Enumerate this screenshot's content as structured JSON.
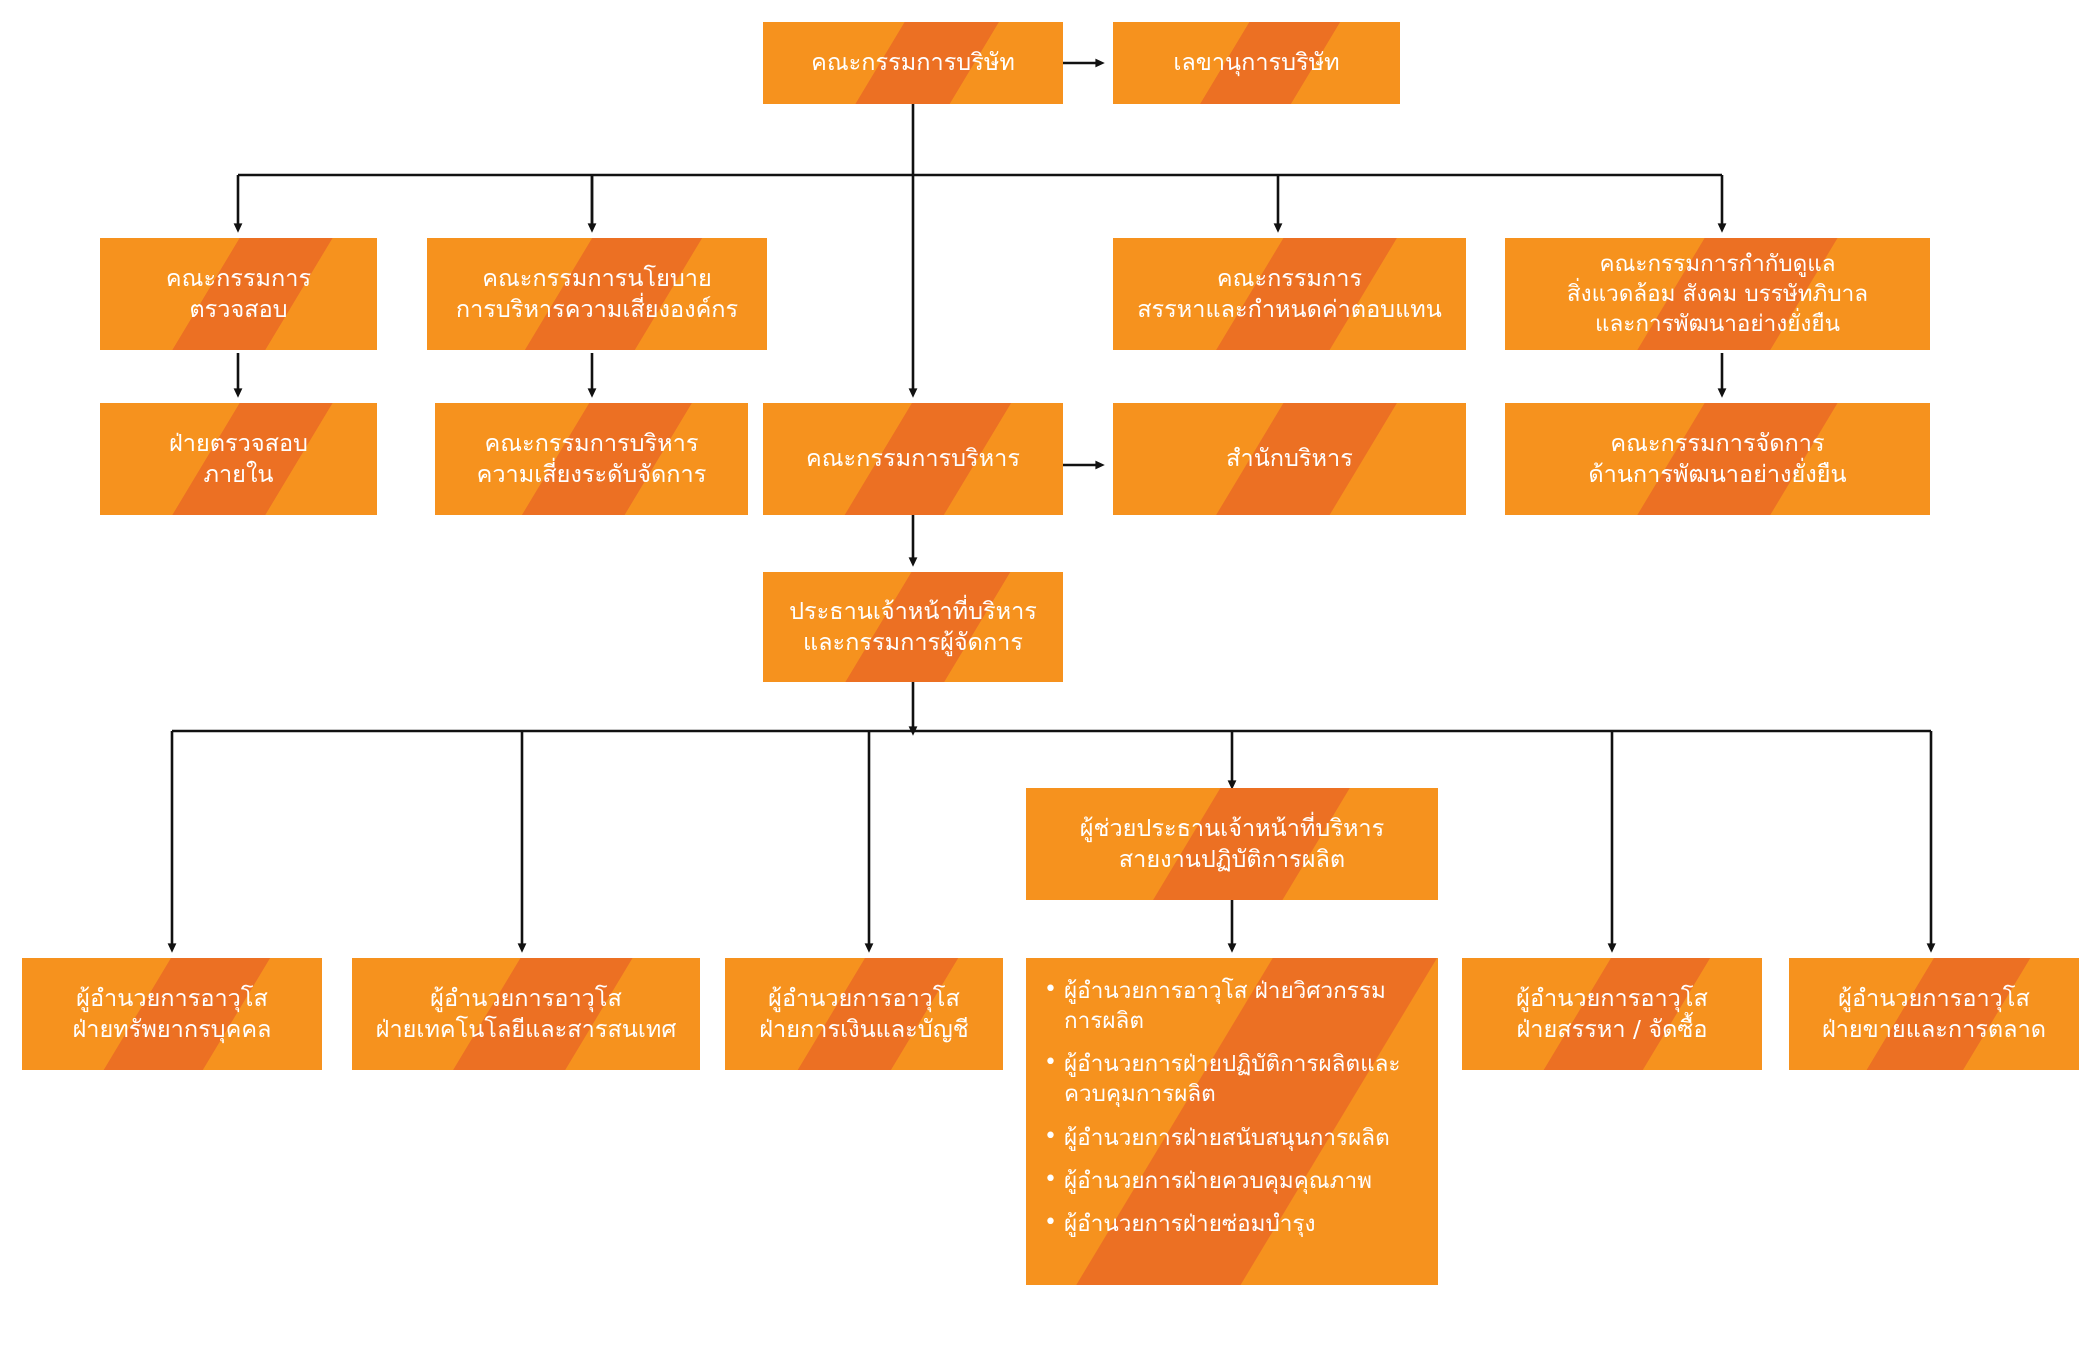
{
  "chart_title": "",
  "colors": {
    "box_base": "#F6921E",
    "box_band": "#EC7023",
    "text": "#FFFFFF",
    "connector": "#1A1A1A",
    "background": "#FFFFFF"
  },
  "nodes": {
    "board_of_directors": {
      "lines": [
        "คณะกรรมการบริษัท"
      ]
    },
    "company_secretary": {
      "lines": [
        "เลขานุการบริษัท"
      ]
    },
    "audit_committee": {
      "lines": [
        "คณะกรรมการ",
        "ตรวจสอบ"
      ]
    },
    "risk_policy_committee": {
      "lines": [
        "คณะกรรมการนโยบาย",
        "การบริหารความเสี่ยงองค์กร"
      ]
    },
    "nomination_remuneration_committee": {
      "lines": [
        "คณะกรรมการ",
        "สรรหาและกำหนดค่าตอบแทน"
      ]
    },
    "esg_governance_committee": {
      "lines": [
        "คณะกรรมการกำกับดูแล",
        "สิ่งแวดล้อม สังคม บรรษัทภิบาล",
        "และการพัฒนาอย่างยั่งยืน"
      ]
    },
    "internal_audit_department": {
      "lines": [
        "ฝ่ายตรวจสอบ",
        "ภายใน"
      ]
    },
    "management_risk_committee": {
      "lines": [
        "คณะกรรมการบริหาร",
        "ความเสี่ยงระดับจัดการ"
      ]
    },
    "executive_committee": {
      "lines": [
        "คณะกรรมการบริหาร"
      ]
    },
    "management_office": {
      "lines": [
        "สำนักบริหาร"
      ]
    },
    "sustainability_management_committee": {
      "lines": [
        "คณะกรรมการจัดการ",
        "ด้านการพัฒนาอย่างยั่งยืน"
      ]
    },
    "ceo_md": {
      "lines": [
        "ประธานเจ้าหน้าที่บริหาร",
        "และกรรมการผู้จัดการ"
      ]
    },
    "assistant_ceo_production": {
      "lines": [
        "ผู้ช่วยประธานเจ้าหน้าที่บริหาร",
        "สายงานปฏิบัติการผลิต"
      ]
    },
    "svp_human_resources": {
      "lines": [
        "ผู้อำนวยการอาวุโส",
        "ฝ่ายทรัพยากรบุคคล"
      ]
    },
    "svp_technology_it": {
      "lines": [
        "ผู้อำนวยการอาวุโส",
        "ฝ่ายเทคโนโลยีและสารสนเทศ"
      ]
    },
    "svp_finance_accounting": {
      "lines": [
        "ผู้อำนวยการอาวุโส",
        "ฝ่ายการเงินและบัญชี"
      ]
    },
    "production_directors": {
      "bullets": [
        "ผู้อำนวยการอาวุโส ฝ่ายวิศวกรรมการผลิต",
        "ผู้อำนวยการฝ่ายปฏิบัติการผลิตและควบคุมการผลิต",
        "ผู้อำนวยการฝ่ายสนับสนุนการผลิต",
        "ผู้อำนวยการฝ่ายควบคุมคุณภาพ",
        "ผู้อำนวยการฝ่ายซ่อมบำรุง"
      ],
      "bullet_glyph": "•"
    },
    "svp_procurement_purchasing": {
      "lines": [
        "ผู้อำนวยการอาวุโส",
        "ฝ่ายสรรหา / จัดซื้อ"
      ]
    },
    "svp_sales_marketing": {
      "lines": [
        "ผู้อำนวยการอาวุโส",
        "ฝ่ายขายและการตลาด"
      ]
    }
  }
}
